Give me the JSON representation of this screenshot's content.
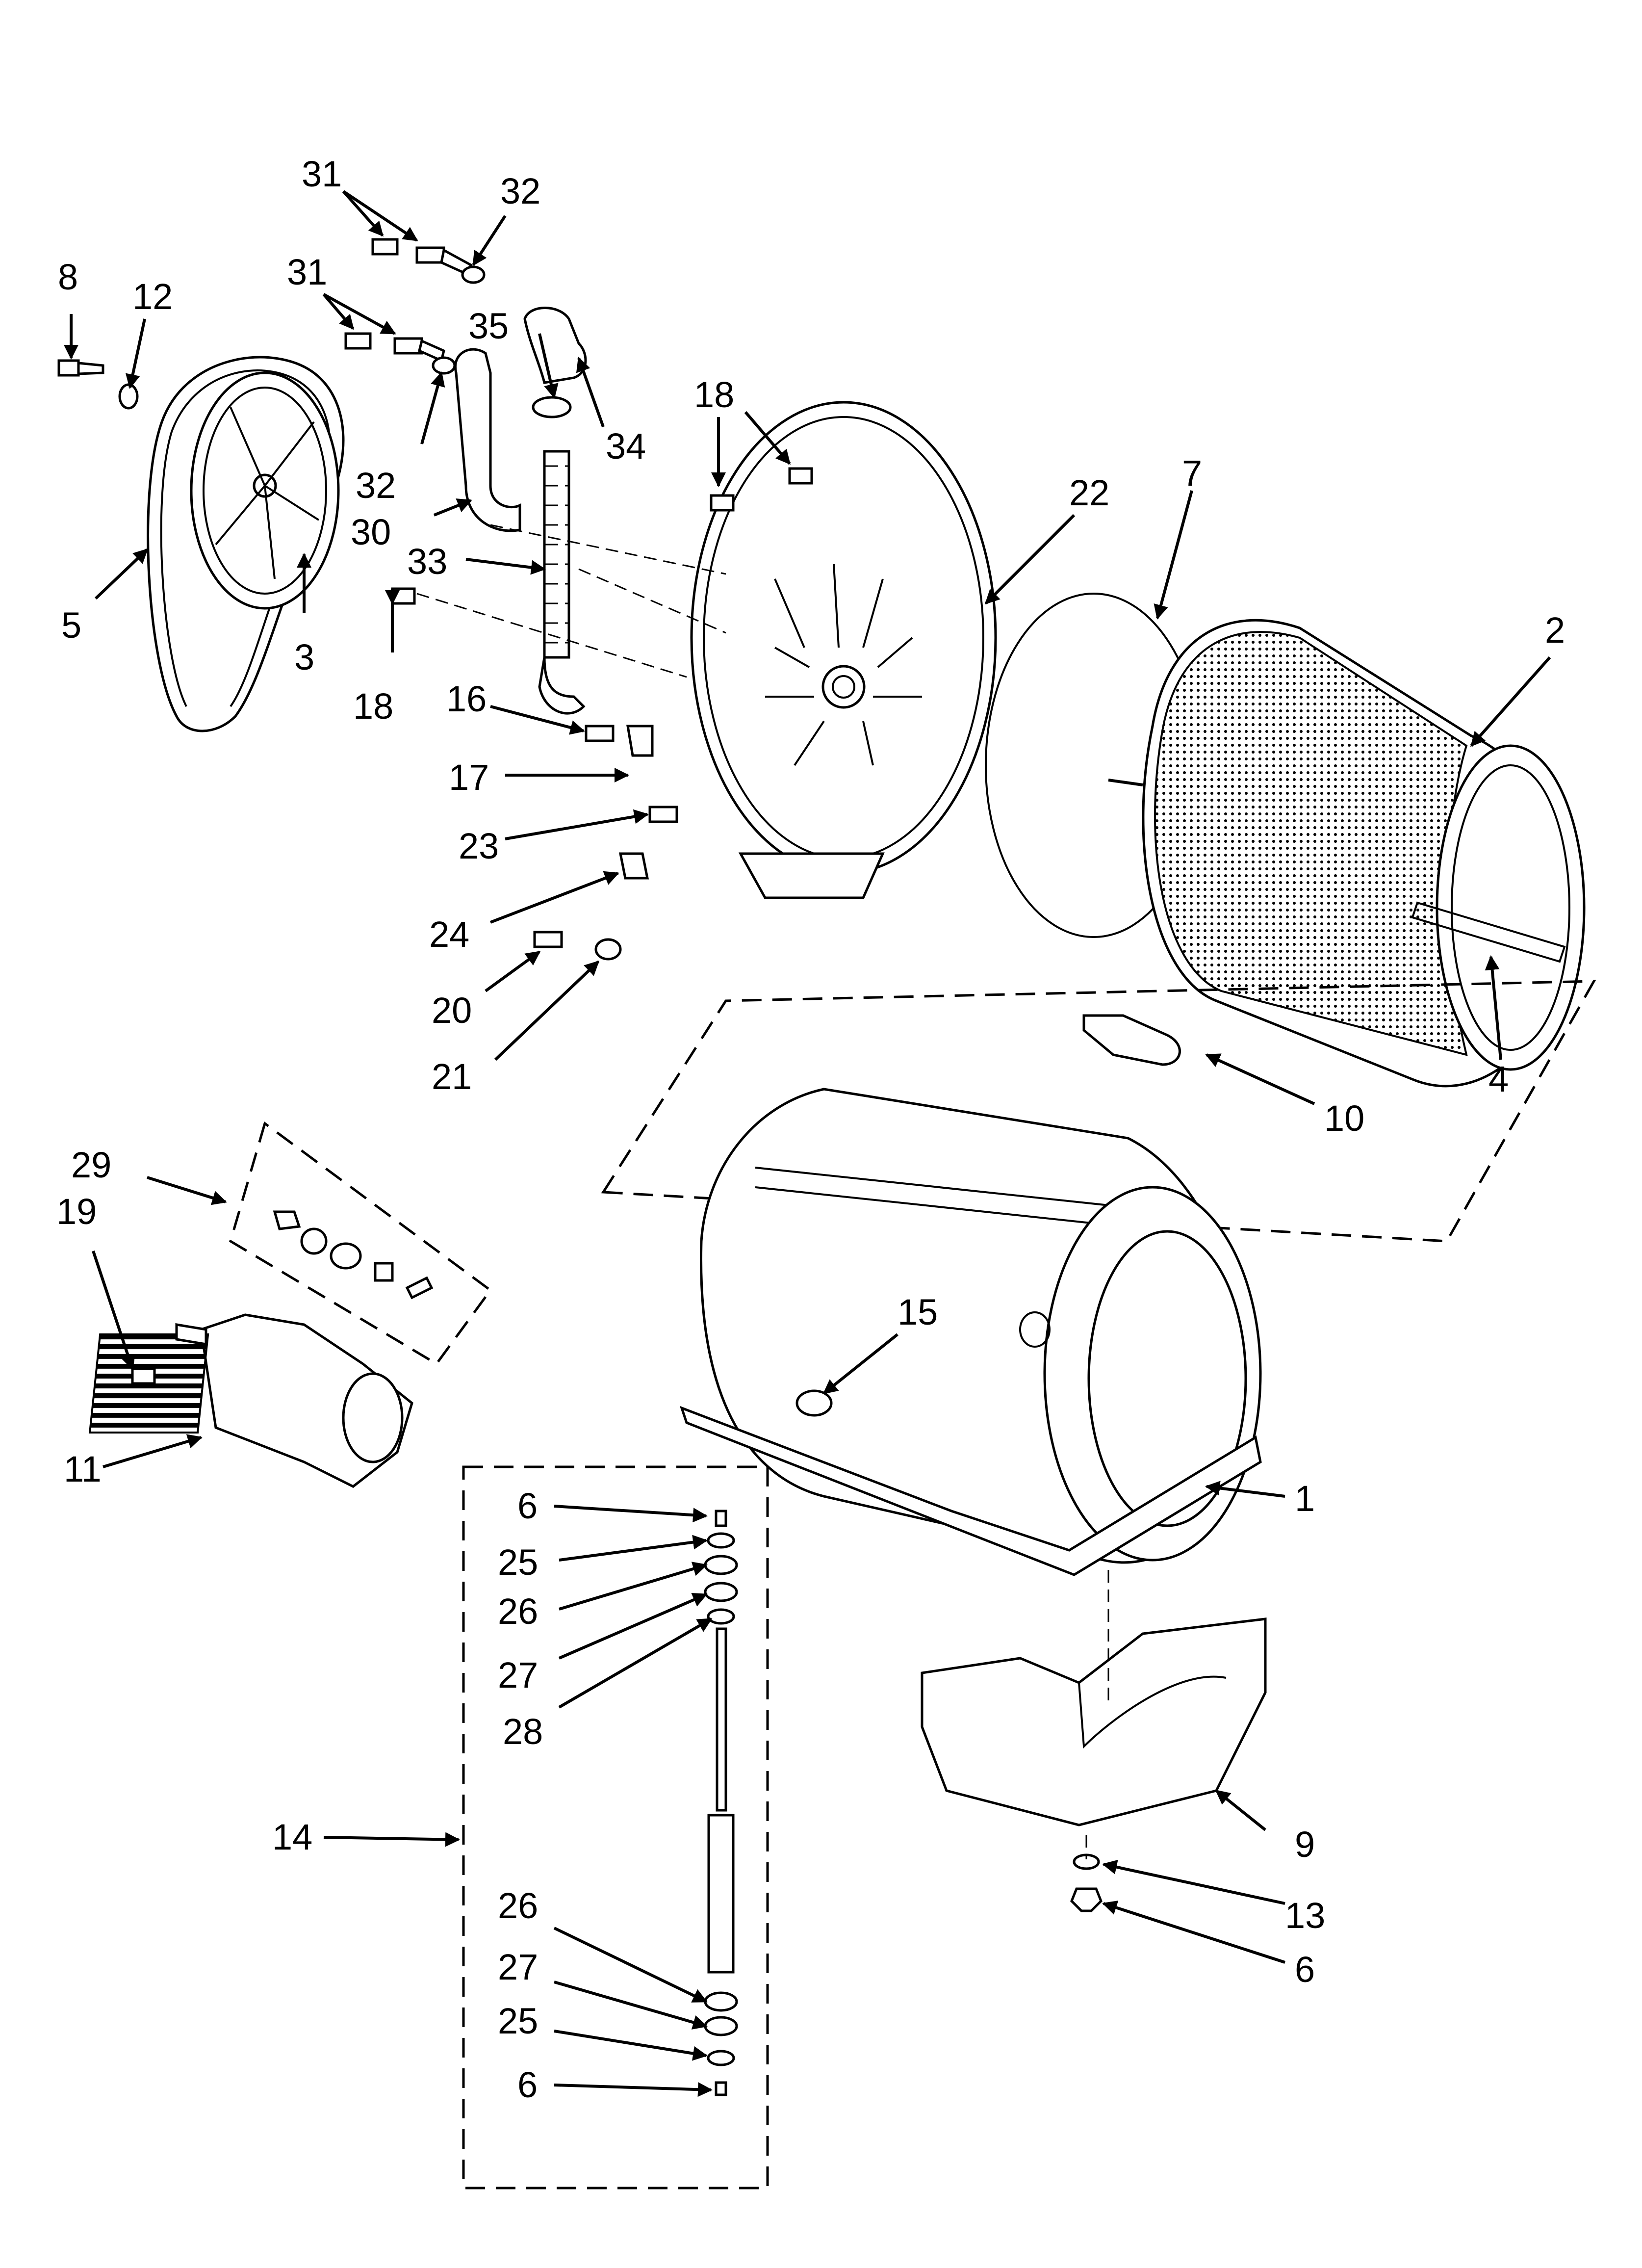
{
  "diagram": {
    "labels": {
      "l8": "8",
      "l12": "12",
      "l5": "5",
      "l3": "3",
      "l31a": "31",
      "l32a": "32",
      "l31b": "31",
      "l32b": "32",
      "l30": "30",
      "l33": "33",
      "l18a": "18",
      "l35": "35",
      "l34": "34",
      "l18b": "18",
      "l22": "22",
      "l7": "7",
      "l2": "2",
      "l16": "16",
      "l17": "17",
      "l23": "23",
      "l24": "24",
      "l20": "20",
      "l21": "21",
      "l4": "4",
      "l10": "10",
      "l29": "29",
      "l19": "19",
      "l11": "11",
      "l15": "15",
      "l1": "1",
      "l6a": "6",
      "l25a": "25",
      "l26a": "26",
      "l27a": "27",
      "l28": "28",
      "l14": "14",
      "l26b": "26",
      "l27b": "27",
      "l25b": "25",
      "l6b": "6",
      "l9": "9",
      "l13": "13",
      "l6c": "6"
    }
  }
}
